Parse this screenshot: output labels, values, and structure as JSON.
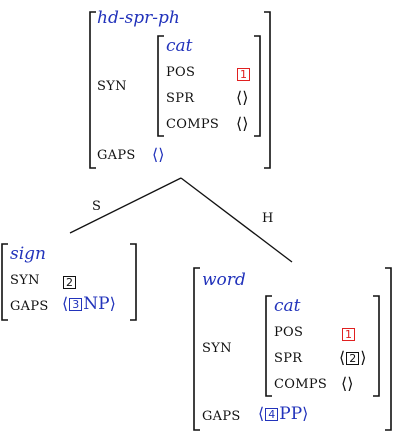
{
  "root": {
    "type": "hd-spr-ph",
    "syn_label": "SYN",
    "cat": {
      "type": "cat",
      "pos_label": "POS",
      "pos_tag": "1",
      "spr_label": "SPR",
      "spr_val": "⟨⟩",
      "comps_label": "COMPS",
      "comps_val": "⟨⟩"
    },
    "gaps_label": "GAPS",
    "gaps_val": "⟨⟩"
  },
  "branches": {
    "left_label": "S",
    "right_label": "H"
  },
  "left": {
    "type": "sign",
    "syn_label": "SYN",
    "syn_tag": "2",
    "gaps_label": "GAPS",
    "gaps_open": "⟨",
    "gaps_tag": "3",
    "gaps_cat": "NP",
    "gaps_close": "⟩"
  },
  "right": {
    "type": "word",
    "syn_label": "SYN",
    "cat": {
      "type": "cat",
      "pos_label": "POS",
      "pos_tag": "1",
      "spr_label": "SPR",
      "spr_open": "⟨",
      "spr_tag": "2",
      "spr_close": "⟩",
      "comps_label": "COMPS",
      "comps_val": "⟨⟩"
    },
    "gaps_label": "GAPS",
    "gaps_open": "⟨",
    "gaps_tag": "4",
    "gaps_cat": "PP",
    "gaps_close": "⟩"
  }
}
